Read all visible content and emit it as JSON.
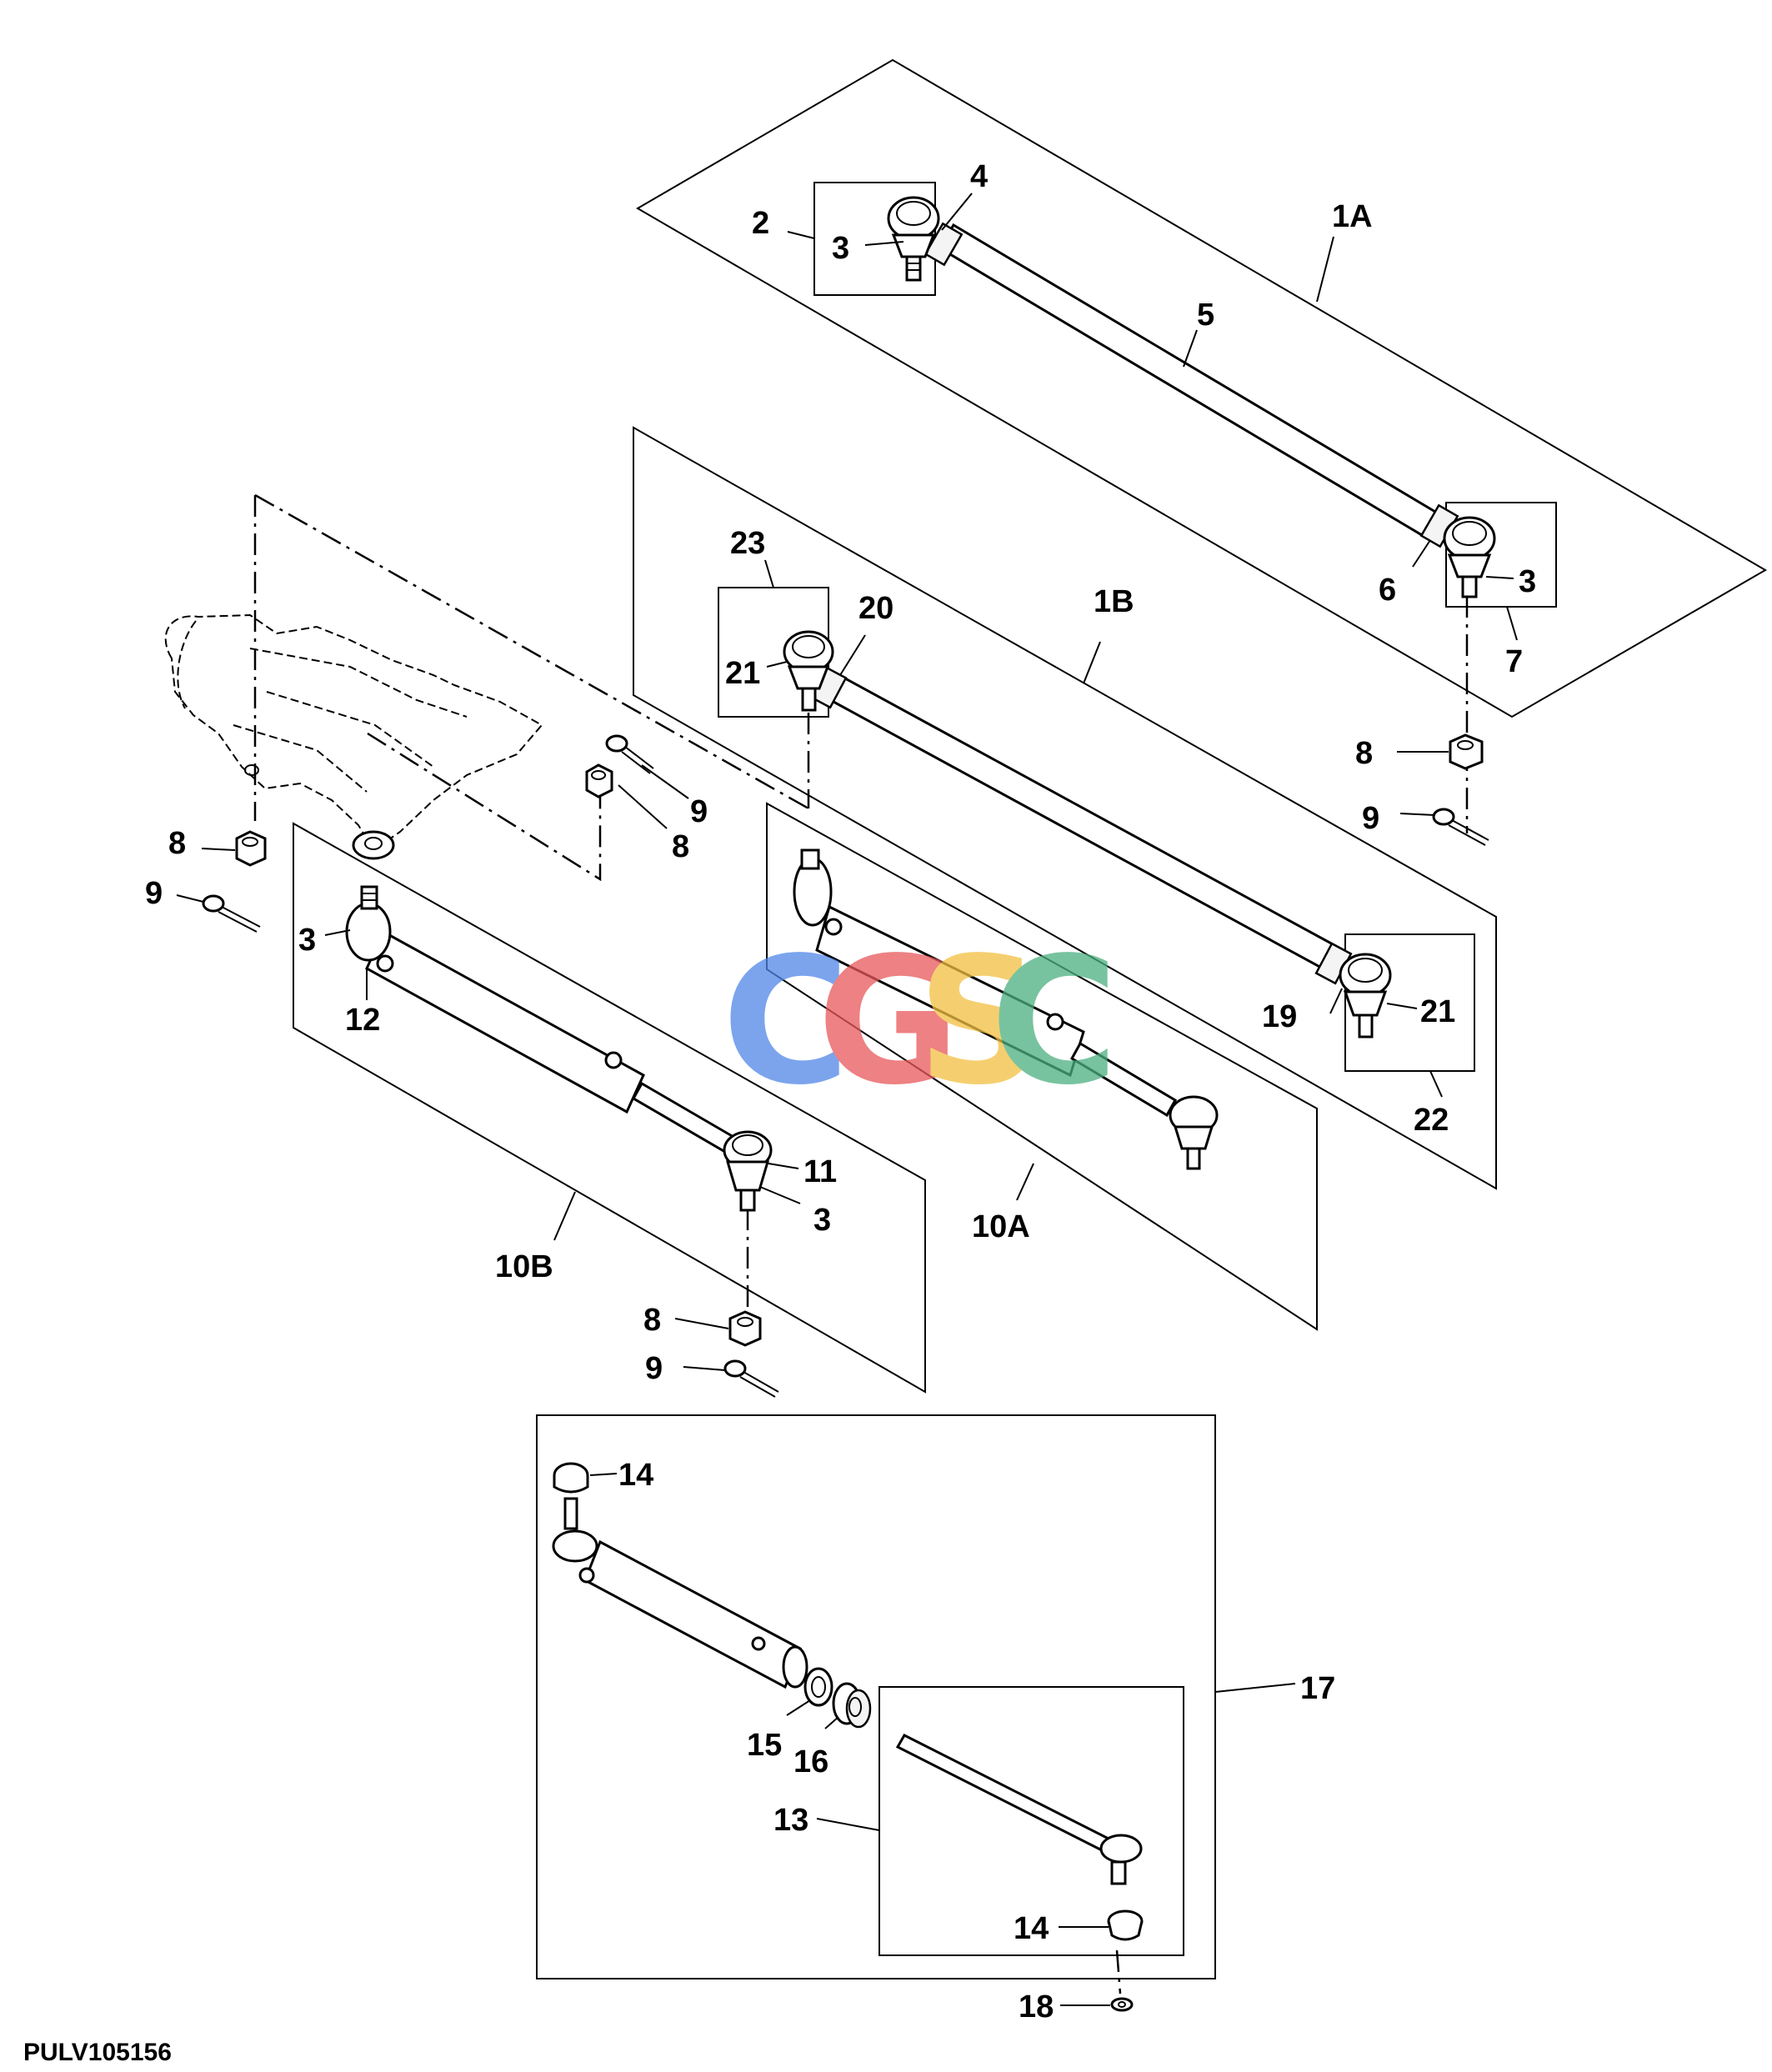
{
  "diagram": {
    "figure_id": "PULV105156",
    "watermark": {
      "letters": [
        "C",
        "G",
        "S",
        "C"
      ],
      "colors": [
        "#4f86e8",
        "#e8585a",
        "#f2c040",
        "#4caf7f"
      ]
    },
    "callouts": {
      "c_1A": "1A",
      "c_1B": "1B",
      "c_2": "2",
      "c_3a": "3",
      "c_3b": "3",
      "c_3c": "3",
      "c_3d": "3",
      "c_4": "4",
      "c_5": "5",
      "c_6": "6",
      "c_7": "7",
      "c_8a": "8",
      "c_8b": "8",
      "c_8c": "8",
      "c_8d": "8",
      "c_9a": "9",
      "c_9b": "9",
      "c_9c": "9",
      "c_9d": "9",
      "c_10A": "10A",
      "c_10B": "10B",
      "c_11": "11",
      "c_12": "12",
      "c_13": "13",
      "c_14a": "14",
      "c_14b": "14",
      "c_15": "15",
      "c_16": "16",
      "c_17": "17",
      "c_18": "18",
      "c_19": "19",
      "c_20": "20",
      "c_21a": "21",
      "c_21b": "21",
      "c_22": "22",
      "c_23": "23"
    }
  }
}
